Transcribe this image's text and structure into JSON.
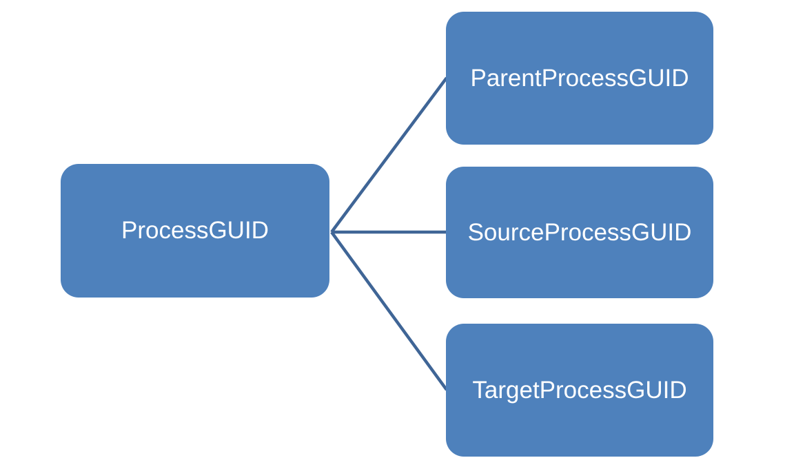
{
  "diagram": {
    "type": "radial-hierarchy",
    "background": "#ffffff",
    "colors": {
      "node_fill": "#4e81bc",
      "node_text": "#ffffff",
      "connector": "#3f6596"
    },
    "root": {
      "label": "ProcessGUID"
    },
    "children": [
      {
        "label": "ParentProcessGUID"
      },
      {
        "label": "SourceProcessGUID"
      },
      {
        "label": "TargetProcessGUID"
      }
    ]
  }
}
